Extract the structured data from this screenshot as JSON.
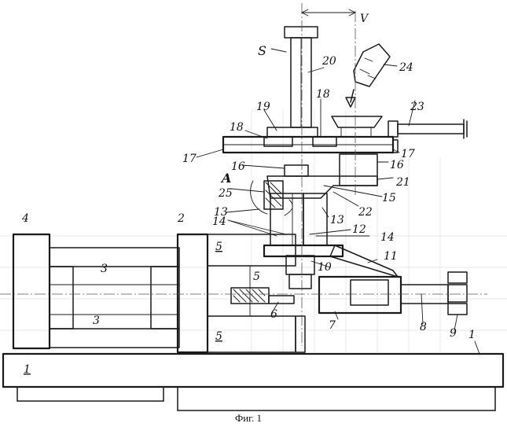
{
  "caption": "Фиг. 1",
  "dimension_label": "V",
  "labels": {
    "l1_right": "1",
    "l1_left": "1",
    "l2": "2",
    "l3_top": "3",
    "l3_bottom": "3",
    "l4": "4",
    "l5_a": "5",
    "l5_b": "5",
    "l5_c": "5",
    "l6": "6",
    "l7": "7",
    "l8": "8",
    "l9": "9",
    "l10": "10",
    "l11": "11",
    "l12": "12",
    "l13_left": "13",
    "l13_right": "13",
    "l14_left": "14",
    "l14_right": "14",
    "l15": "15",
    "l16_left": "16",
    "l16_right": "16",
    "l17_left": "17",
    "l17_right": "17",
    "l18_left": "18",
    "l18_right": "18",
    "l19": "19",
    "l20": "20",
    "l21": "21",
    "l22": "22",
    "l23": "23",
    "l24": "24",
    "l25": "25",
    "lS": "S",
    "lA": "A"
  }
}
